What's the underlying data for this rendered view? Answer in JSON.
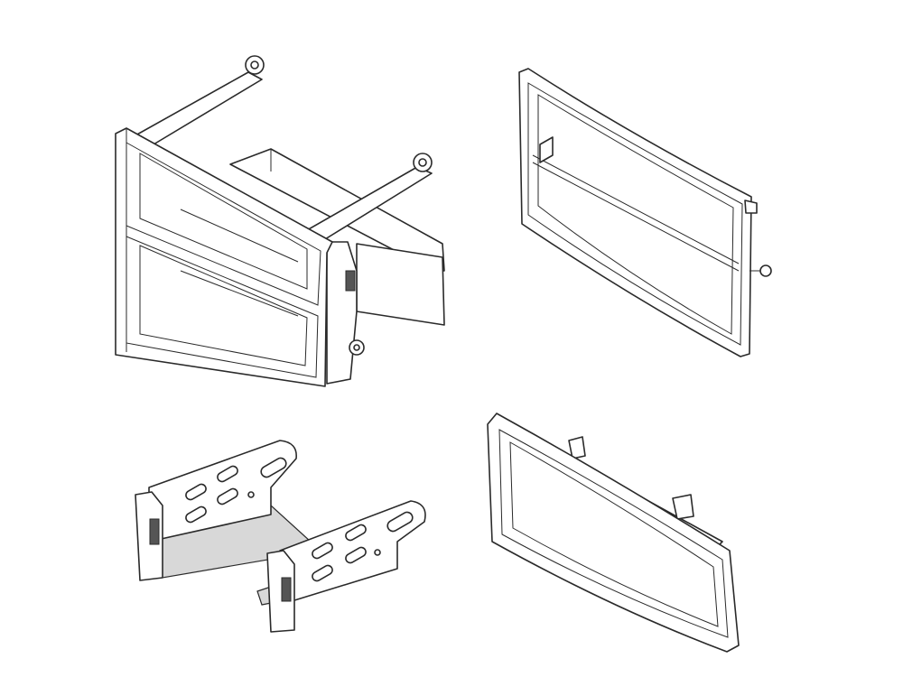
{
  "figure": {
    "background": "#ffffff",
    "line_color": "#2a2a2a",
    "parts": [
      {
        "id": "mounting-bracket-cage"
      },
      {
        "id": "double-din-trim-bezel"
      },
      {
        "id": "side-brackets-pair"
      },
      {
        "id": "single-din-pocket"
      }
    ]
  }
}
